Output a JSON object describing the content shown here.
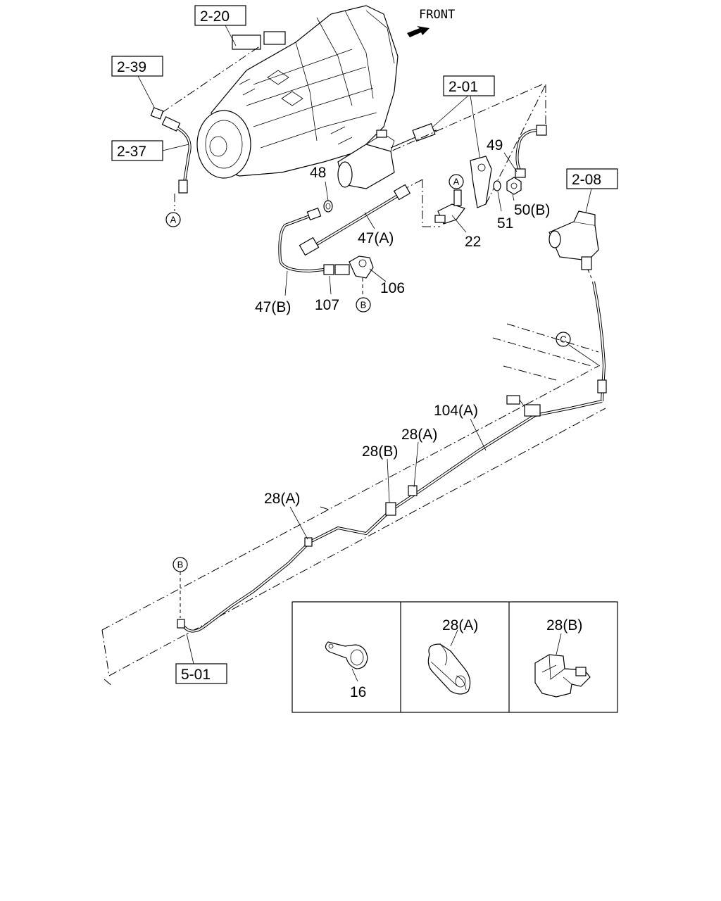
{
  "direction_label": "FRONT",
  "ref_boxes": {
    "r2_20": "2-20",
    "r2_39": "2-39",
    "r2_37": "2-37",
    "r2_01": "2-01",
    "r2_08": "2-08",
    "r5_01": "5-01"
  },
  "callouts": {
    "c48": "48",
    "c49": "49",
    "c47a": "47(A)",
    "c47b": "47(B)",
    "c22": "22",
    "c51": "51",
    "c50b": "50(B)",
    "c107": "107",
    "c106": "106",
    "c104a": "104(A)",
    "c28a_upper": "28(A)",
    "c28b": "28(B)",
    "c28a_lower": "28(A)"
  },
  "connection_markers": {
    "a_left": "A",
    "a_bracket": "A",
    "b_fitting": "B",
    "b_frame": "B",
    "c_frame": "C"
  },
  "detail_panels": {
    "p16": "16",
    "p28a": "28(A)",
    "p28b": "28(B)"
  }
}
